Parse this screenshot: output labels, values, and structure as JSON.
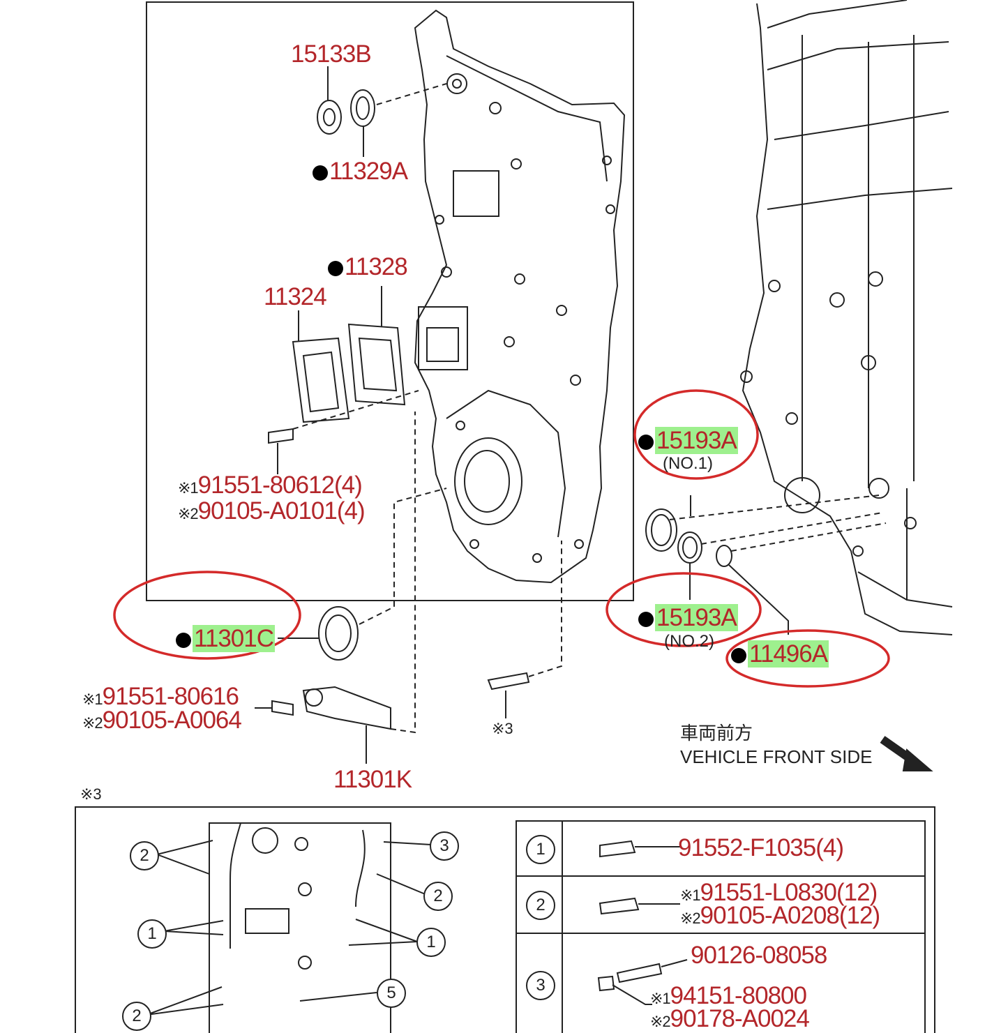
{
  "parts": {
    "p15133B": "15133B",
    "p11329A": "11329A",
    "p11328": "11328",
    "p11324": "11324",
    "p91551_80612": "91551-80612(4)",
    "p90105_A0101": "90105-A0101(4)",
    "p11301C": "11301C",
    "p91551_80616": "91551-80616",
    "p90105_A0064": "90105-A0064",
    "p11301K": "11301K",
    "p15193A_1": "15193A",
    "p15193A_2": "15193A",
    "p11496A": "11496A"
  },
  "notes": {
    "no1": "(NO.1)",
    "no2": "(NO.2)",
    "ref3": "※3",
    "ref3_top": "※3",
    "mark1": "※1",
    "mark2": "※2"
  },
  "direction": {
    "japanese": "車両前方",
    "english": "VEHICLE FRONT SIDE"
  },
  "bolt_table": {
    "rows": [
      {
        "num": "1",
        "lines": [
          "91552-F1035(4)"
        ]
      },
      {
        "num": "2",
        "lines": [
          "91551-L0830(12)",
          "90105-A0208(12)"
        ]
      },
      {
        "num": "3",
        "lines": [
          "90126-08058",
          "94151-80800",
          "90178-A0024"
        ]
      }
    ]
  },
  "detail_callouts": {
    "c2a": "2",
    "c3a": "3",
    "c2b": "2",
    "c1a": "1",
    "c1b": "1",
    "c5": "5",
    "c2c": "2"
  },
  "colors": {
    "part_label": "#b3262a",
    "highlight": "#9ef08e",
    "marker_ellipse": "#d42a2a"
  }
}
